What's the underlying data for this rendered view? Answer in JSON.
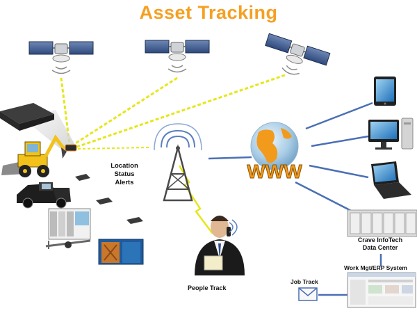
{
  "title": "Asset Tracking",
  "labels": {
    "location": "Location",
    "status": "Status",
    "alerts": "Alerts",
    "people_track": "People Track",
    "data_center_line1": "Crave InfoTech",
    "data_center_line2": "Data Center",
    "work_mgt": "Work Mgt/ERP System",
    "job_track": "Job Track",
    "www": "WWW"
  },
  "colors": {
    "title": "#f5a022",
    "gps_link": "#e6e619",
    "network_link": "#4a6fb5",
    "tower": "#4a4a4a",
    "www_text": "#f29a1c"
  },
  "icons": [
    "satellite-icon",
    "gps-tracker-icon",
    "cell-tower-icon",
    "globe-icon",
    "tablet-icon",
    "desktop-monitor-icon",
    "laptop-icon",
    "server-rack-icon",
    "email-icon"
  ]
}
